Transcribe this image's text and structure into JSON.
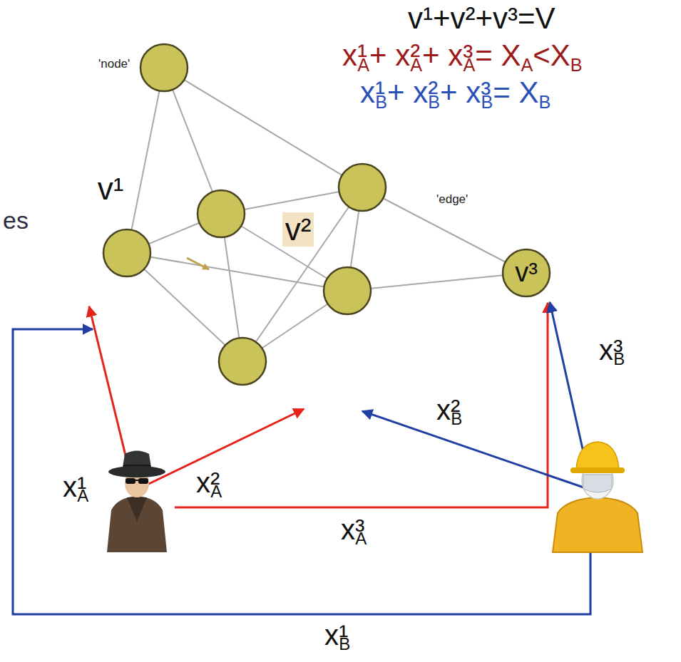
{
  "diagram": {
    "nodes": [
      {
        "text": [
          "v¹"
        ]
      },
      {
        "text": [
          "v²"
        ]
      },
      {
        "text": [
          "v³"
        ]
      }
    ],
    "labels": [
      "v¹+v²+v³=V",
      "x¹A+ x²A+ x³A= XA<XB",
      "x¹B+ x²B+ x³B= XB",
      "'node'",
      "es",
      "'edge'",
      "x³B",
      "x¹A",
      "x²A",
      "x²B",
      "x³A",
      "x¹B"
    ]
  }
}
